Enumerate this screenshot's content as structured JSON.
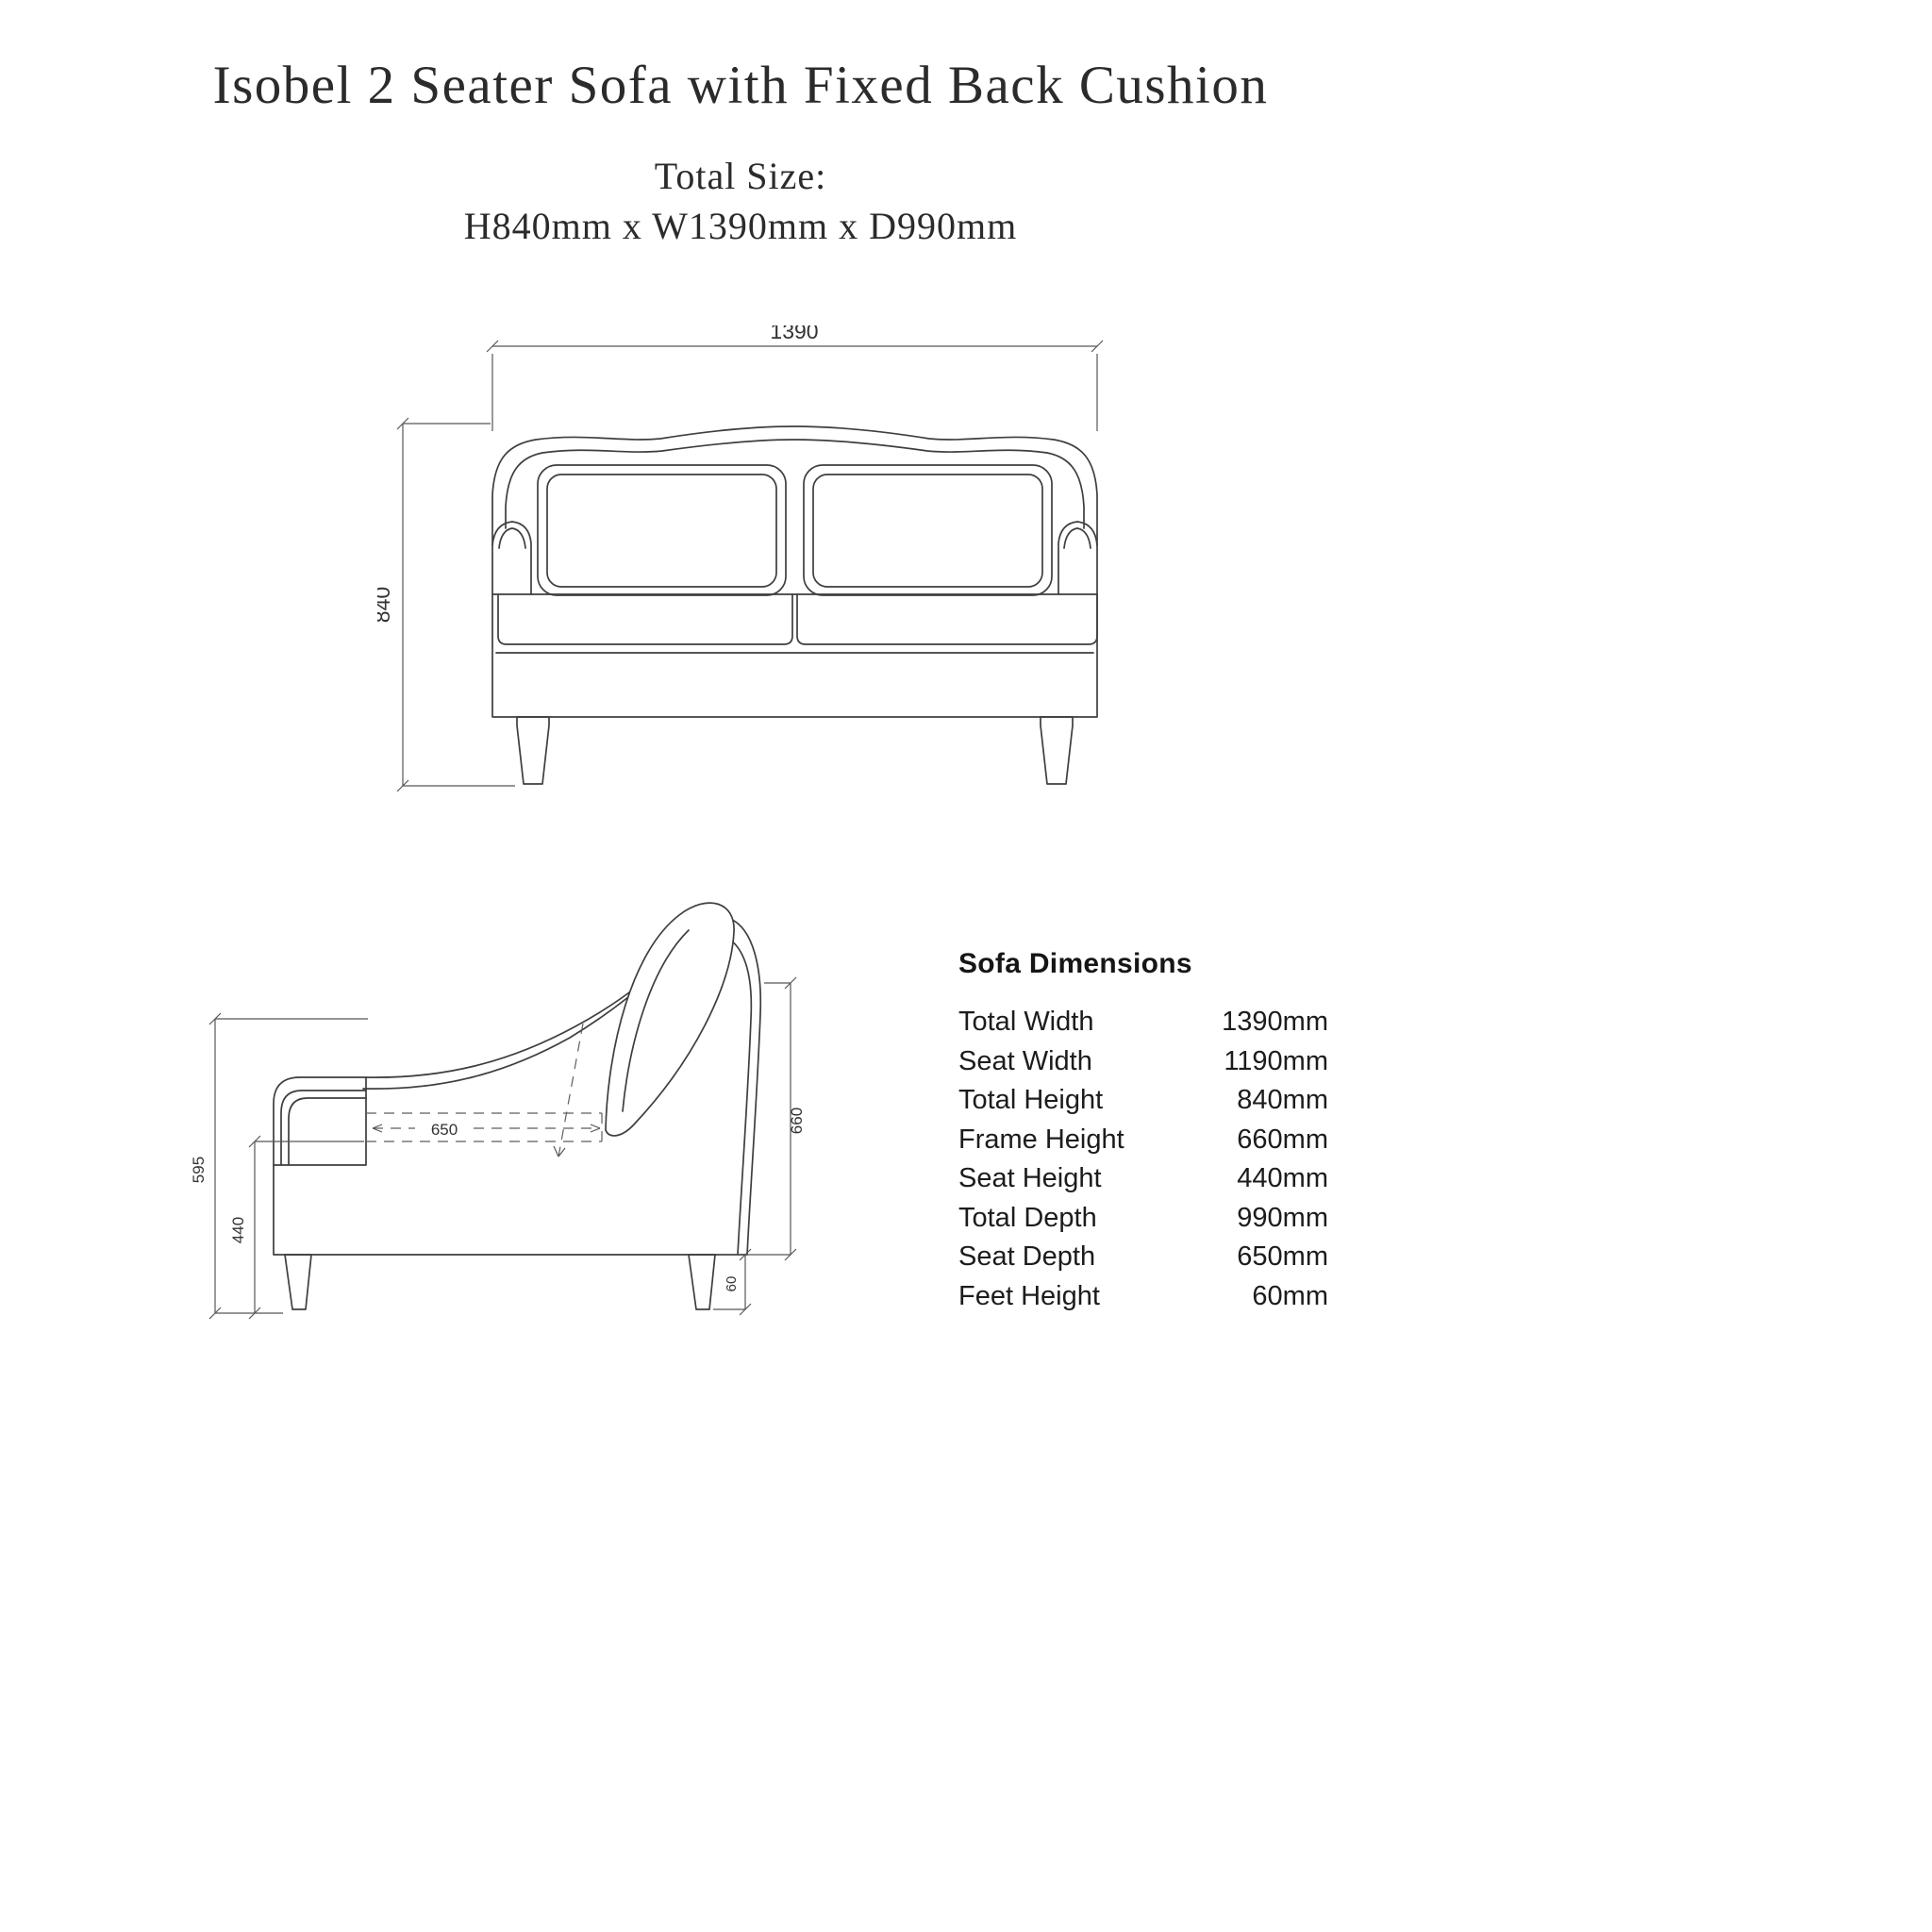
{
  "page": {
    "title": "Isobel 2 Seater Sofa with Fixed Back Cushion",
    "total_size_label": "Total Size:",
    "total_size_value": "H840mm x W1390mm x D990mm"
  },
  "front_view": {
    "width_mm": "1390",
    "height_mm": "840"
  },
  "side_view": {
    "arm_height_mm": "595",
    "seat_height_mm": "440",
    "seat_depth_mm": "650",
    "frame_height_mm": "660",
    "feet_height_mm": "60"
  },
  "dimensions_table": {
    "title": "Sofa Dimensions",
    "rows": [
      {
        "label": "Total Width",
        "value": "1390mm"
      },
      {
        "label": "Seat Width",
        "value": "1190mm"
      },
      {
        "label": "Total Height",
        "value": "840mm"
      },
      {
        "label": "Frame Height",
        "value": "660mm"
      },
      {
        "label": "Seat Height",
        "value": "440mm"
      },
      {
        "label": "Total Depth",
        "value": "990mm"
      },
      {
        "label": "Seat Depth",
        "value": "650mm"
      },
      {
        "label": "Feet Height",
        "value": "60mm"
      }
    ]
  },
  "colors": {
    "ink": "#2b2b2b",
    "line": "#3e3e3e"
  }
}
